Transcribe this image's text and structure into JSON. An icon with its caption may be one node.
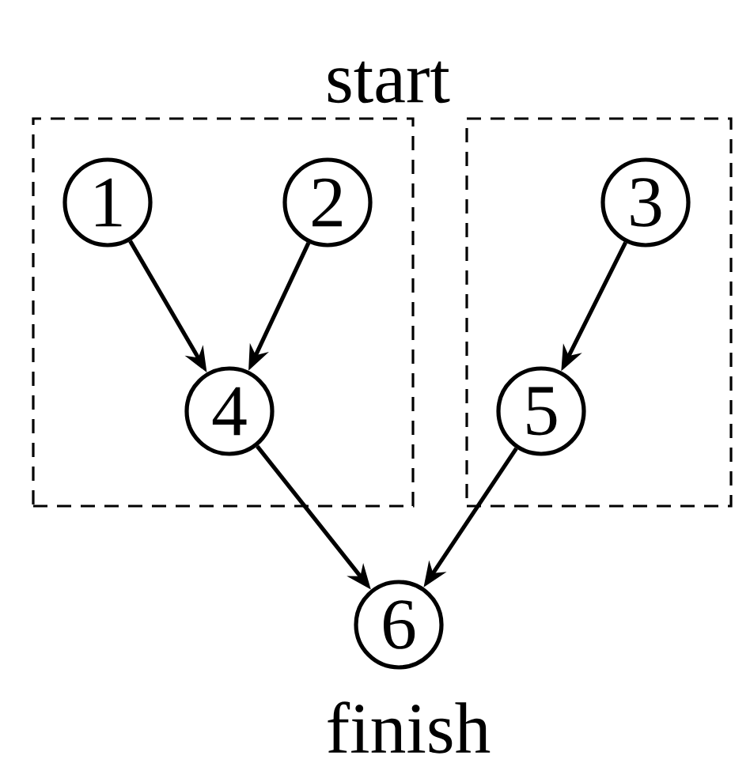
{
  "diagram": {
    "nodes": [
      {
        "text": [],
        "shape": "box"
      },
      {
        "text": [
          "1"
        ],
        "in": 0
      },
      {
        "text": [
          "2"
        ],
        "in": 0
      },
      {
        "text": [
          "4"
        ],
        "in": 0
      },
      {
        "text": [],
        "shape": "box"
      },
      {
        "text": [
          "3"
        ],
        "in": 4
      },
      {
        "text": [
          "5"
        ],
        "in": 4
      },
      {
        "text": [
          "6"
        ],
        "beside": [
          "finish"
        ]
      }
    ],
    "edges": [
      {
        "from": 1,
        "to": 3,
        "arrow": "to"
      },
      {
        "from": 2,
        "to": 3,
        "arrow": "to"
      },
      {
        "from": 5,
        "to": 6,
        "arrow": "to"
      },
      {
        "from": 3,
        "to": 7,
        "arrow": "to"
      },
      {
        "from": 6,
        "to": 7,
        "arrow": "to"
      }
    ],
    "labels": [
      "start"
    ]
  }
}
